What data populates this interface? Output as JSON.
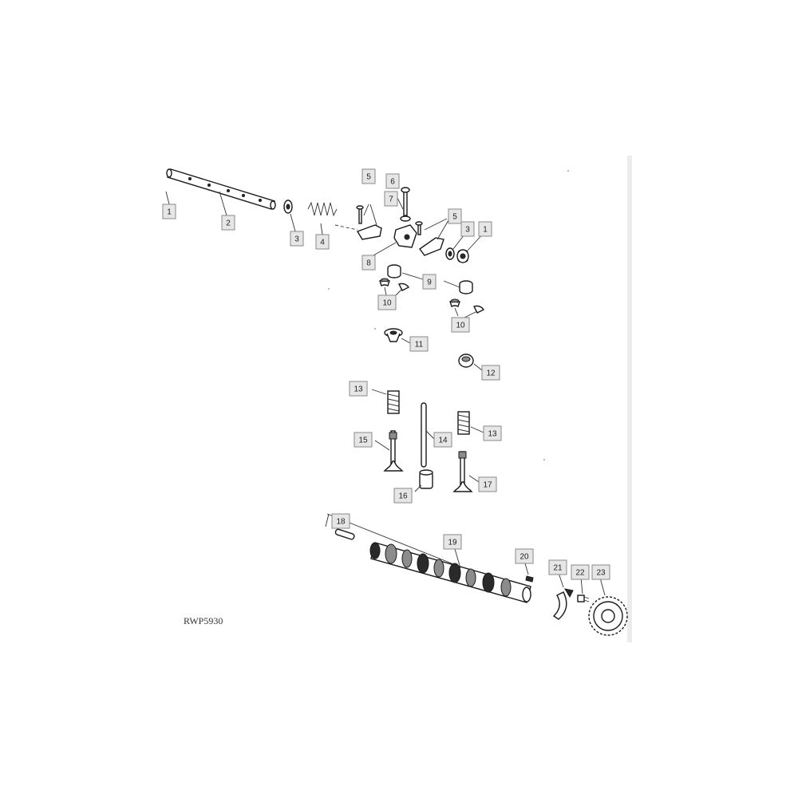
{
  "diagram": {
    "reference_code": "RWP5930",
    "callouts": [
      {
        "id": "c1a",
        "text": "1"
      },
      {
        "id": "c2",
        "text": "2"
      },
      {
        "id": "c3a",
        "text": "3"
      },
      {
        "id": "c4",
        "text": "4"
      },
      {
        "id": "c5a",
        "text": "5"
      },
      {
        "id": "c6",
        "text": "6"
      },
      {
        "id": "c7",
        "text": "7"
      },
      {
        "id": "c5b",
        "text": "5"
      },
      {
        "id": "c3b",
        "text": "3"
      },
      {
        "id": "c1b",
        "text": "1"
      },
      {
        "id": "c8",
        "text": "8"
      },
      {
        "id": "c9",
        "text": "9"
      },
      {
        "id": "c10a",
        "text": "10"
      },
      {
        "id": "c10b",
        "text": "10"
      },
      {
        "id": "c11",
        "text": "11"
      },
      {
        "id": "c12",
        "text": "12"
      },
      {
        "id": "c13a",
        "text": "13"
      },
      {
        "id": "c13b",
        "text": "13"
      },
      {
        "id": "c14",
        "text": "14"
      },
      {
        "id": "c15",
        "text": "15"
      },
      {
        "id": "c16",
        "text": "16"
      },
      {
        "id": "c17",
        "text": "17"
      },
      {
        "id": "c18",
        "text": "18"
      },
      {
        "id": "c19",
        "text": "19"
      },
      {
        "id": "c20",
        "text": "20"
      },
      {
        "id": "c21",
        "text": "21"
      },
      {
        "id": "c22",
        "text": "22"
      },
      {
        "id": "c23",
        "text": "23"
      }
    ]
  }
}
